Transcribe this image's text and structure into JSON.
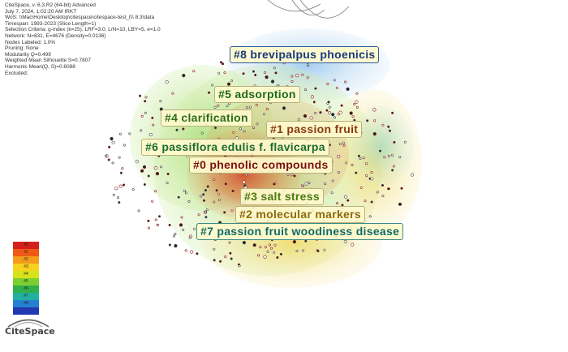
{
  "info": {
    "lines": [
      "CiteSpace, v. 6.3.R2 (64-bit) Advanced",
      "July 7, 2024, 1:02:20 AM IRKT",
      "WoS: \\\\Mac\\Home\\Desktop\\citespace\\citespace-test_ß\\ 8.3\\data",
      "Timespan: 1993-2023 (Slice Length=1)",
      "Selection Criteria: g-index (k=25), LRF=3.0, L/N=10, LBY=5, e=1.0",
      "Network: N=831, E=4676 (Density=0.0136)",
      "Nodes Labeled: 1.0%",
      "Pruning: None",
      "Modularity Q=0.499",
      "Weighted Mean Silhouette S=0.7807",
      "Harmonic Mean(Q, S)=0.6088",
      "Excluded:"
    ]
  },
  "clusters": [
    {
      "label": "#8 brevipalpus phoenicis",
      "color": "#1a3a7a"
    },
    {
      "label": "#5 adsorption",
      "color": "#1c6b1c"
    },
    {
      "label": "#4 clarification",
      "color": "#2a6e1a"
    },
    {
      "label": "#1 passion fruit",
      "color": "#8a3a10"
    },
    {
      "label": "#6 passiflora edulis f. flavicarpa",
      "color": "#1d6b2e"
    },
    {
      "label": "#0 phenolic compounds",
      "color": "#7a1010"
    },
    {
      "label": "#3 salt stress",
      "color": "#4a7a12"
    },
    {
      "label": "#2 molecular markers",
      "color": "#8a6a10"
    },
    {
      "label": "#7 passion fruit woodiness disease",
      "color": "#106a6a"
    }
  ],
  "legend": {
    "cells": [
      "#0",
      "#1",
      "#2",
      "#3",
      "#4",
      "#5",
      "#6",
      "#7",
      "#8",
      ""
    ],
    "colors": [
      "#d4201a",
      "#ee5a16",
      "#f59c1c",
      "#f6d21e",
      "#d6e21a",
      "#7ccf30",
      "#30b04a",
      "#22b0a0",
      "#2480d0",
      "#2038b0"
    ]
  },
  "logo": {
    "text": "CiteSpace"
  }
}
